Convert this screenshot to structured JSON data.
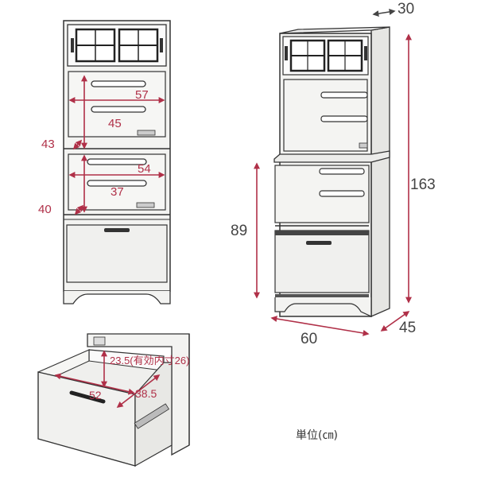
{
  "right_view": {
    "depth_top": "30",
    "height_total": "163",
    "height_counter": "89",
    "width": "60",
    "depth": "45"
  },
  "left_view": {
    "upper_width": "57",
    "upper_height": "45",
    "upper_depth": "43",
    "lower_width": "54",
    "lower_height": "37",
    "lower_depth": "40"
  },
  "drawer_view": {
    "height": "23.5(有効内寸26)",
    "width": "52",
    "depth": "38.5"
  },
  "unit_label": "単位(㎝)",
  "colors": {
    "dimension": "#b03048",
    "outline": "#333333"
  }
}
